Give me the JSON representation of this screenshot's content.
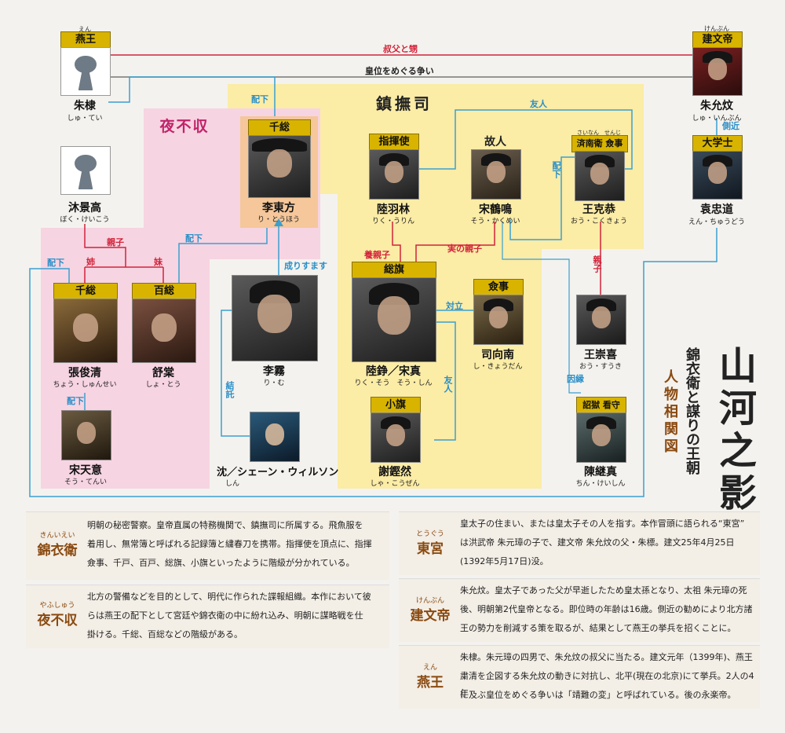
{
  "title": {
    "main": "山河之影",
    "subtitle": "錦衣衛と謀りの王朝",
    "subtitle2": "人物相関図"
  },
  "groups": {
    "jinfusi": "鎮撫司",
    "yefushou": "夜不収"
  },
  "characters": {
    "yanwang": {
      "rank": "燕王",
      "rank_ruby": "えん",
      "name": "朱棣",
      "reading": "しゅ・てい"
    },
    "jianwendi": {
      "rank": "建文帝",
      "rank_ruby": "けんぶん",
      "name": "朱允炆",
      "reading": "しゅ・いんぶん"
    },
    "daxueshi": {
      "rank": "大学士",
      "name": "袁忠道",
      "reading": "えん・ちゅうどう"
    },
    "mujinggao": {
      "name": "沐景高",
      "reading": "ぼく・けいこう"
    },
    "lidongfang": {
      "rank": "千総",
      "name": "李東方",
      "reading": "り・とうほう"
    },
    "luyulin": {
      "rank": "指揮使",
      "name": "陸羽林",
      "reading": "りく・うりん"
    },
    "songheming": {
      "rank": "故人",
      "name": "宋鶴鳴",
      "reading": "そう・かくめい"
    },
    "wangkegong": {
      "rank": "済南衛 僉事",
      "rank_ruby": "さいなん　せんじ",
      "name": "王克恭",
      "reading": "おう・こくきょう"
    },
    "zhangjunqing": {
      "rank": "千総",
      "name": "張俊清",
      "reading": "ちょう・しゅんせい"
    },
    "shutang": {
      "rank": "百総",
      "name": "舒棠",
      "reading": "しょ・とう"
    },
    "liwu": {
      "name": "李霧",
      "reading": "り・む"
    },
    "luzheng": {
      "rank": "総旗",
      "name": "陸錚／宋真",
      "reading": "りく・そう　そう・しん"
    },
    "sixiangnan": {
      "rank": "僉事",
      "name": "司向南",
      "reading": "し・きょうだん"
    },
    "wangchongxi": {
      "name": "王崇喜",
      "reading": "おう・すうき"
    },
    "songtianyi": {
      "name": "宋天意",
      "reading": "そう・てんい"
    },
    "xiekeng": {
      "rank": "小旗",
      "name": "謝鏗然",
      "reading": "しゃ・こうぜん"
    },
    "chenjizhen": {
      "rank": "詔獄 看守",
      "name": "陳継真",
      "reading": "ちん・けいしん"
    },
    "shen": {
      "name": "沈／シェーン・ウィルソン",
      "reading": "しん"
    }
  },
  "relations": {
    "uncle_nephew": "叔父と甥",
    "throne_conflict": "皇位をめぐる争い",
    "subordinate1": "配下",
    "friend1": "友人",
    "subordinate2": "配下",
    "aide": "側近",
    "parent1": "親子",
    "elder_sister": "姉",
    "younger_sister": "妹",
    "subordinate3": "配下",
    "subordinate4": "配下",
    "impersonate": "成りすます",
    "foster_parent": "養親子",
    "real_parent": "実の親子",
    "parent2": "親子",
    "rival": "対立",
    "subordinate5": "配下",
    "conspire": "結託",
    "friend2": "友人",
    "fate": "因縁"
  },
  "glossary": [
    {
      "ruby": "きんいえい",
      "term": "錦衣衛",
      "lines": [
        "明朝の秘密警察。皇帝直属の特務機関で、鎮撫司に所属する。飛魚服を",
        "着用し、無常簿と呼ばれる記録簿と繍春刀を携帯。指揮使を頂点に、指揮",
        "僉事、千戸、百戸、総旗、小旗といったように階級が分かれている。"
      ]
    },
    {
      "ruby": "やふしゅう",
      "term": "夜不収",
      "lines": [
        "北方の警備などを目的として、明代に作られた諜報組織。本作において彼",
        "らは燕王の配下として宮廷や錦衣衛の中に紛れ込み、明朝に謀略戦を仕",
        "掛ける。千総、百総などの階級がある。"
      ]
    },
    {
      "ruby": "とうぐう",
      "term": "東宮",
      "lines": [
        "皇太子の住まい、または皇太子その人を指す。本作冒頭に語られる“東宮”",
        "は洪武帝 朱元璋の子で、建文帝 朱允炆の父・朱標。建文25年4月25日",
        "(1392年5月17日)没。"
      ]
    },
    {
      "ruby": "けんぶん",
      "term": "建文帝",
      "lines": [
        "朱允炆。皇太子であった父が早逝したため皇太孫となり、太祖 朱元璋の死",
        "後、明朝第2代皇帝となる。即位時の年齢は16歳。側近の勧めにより北方諸",
        "王の勢力を削減する策を取るが、結果として燕王の挙兵を招くことに。"
      ]
    },
    {
      "ruby": "えん",
      "term": "燕王",
      "lines": [
        "朱棣。朱元璋の四男で、朱允炆の叔父に当たる。建文元年（1399年)、燕王",
        "粛清を企図する朱允炆の動きに対抗し、北平(現在の北京)にて挙兵。2人の4年",
        "に及ぶ皇位をめぐる争いは「靖難の変」と呼ばれている。後の永楽帝。"
      ]
    }
  ]
}
